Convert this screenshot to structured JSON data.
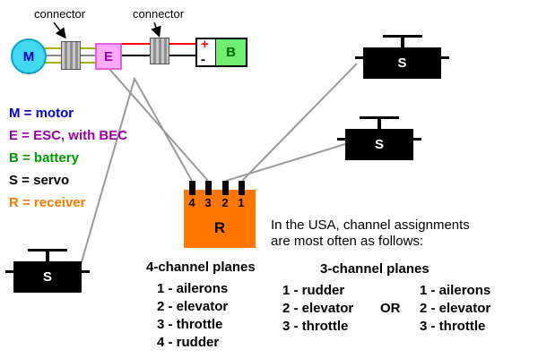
{
  "colors": {
    "motor_fill": "#3fd8f0",
    "esc_fill": "#ffaaff",
    "battery_fill": "#70ee70",
    "receiver_fill": "#ff7700",
    "servo_fill": "#000000"
  },
  "diagram": {
    "connector_label_1": "connector",
    "connector_label_2": "connector",
    "motor_label": "M",
    "esc_label": "E",
    "battery_label": "B",
    "battery_plus": "+",
    "battery_minus": "-",
    "receiver_label": "R",
    "pin_labels": [
      "4",
      "3",
      "2",
      "1"
    ],
    "servo_labels": [
      "S",
      "S",
      "S"
    ]
  },
  "legend": {
    "items": [
      {
        "text": "M = motor",
        "color": "#0000cc"
      },
      {
        "text": "E = ESC, with BEC",
        "color": "#9900aa"
      },
      {
        "text": "B = battery",
        "color": "#009900"
      },
      {
        "text": "S = servo",
        "color": "#000000"
      },
      {
        "text": "R = receiver",
        "color": "#ff7700"
      }
    ]
  },
  "note": {
    "line1": "In the USA, channel assignments",
    "line2": "are most often as follows:"
  },
  "four_channel": {
    "title": "4-channel planes",
    "items": [
      "1 - ailerons",
      "2 - elevator",
      "3 - throttle",
      "4 - rudder"
    ]
  },
  "three_channel": {
    "title": "3-channel planes",
    "left_items": [
      "1 - rudder",
      "2 - elevator",
      "3 - throttle"
    ],
    "or_label": "OR",
    "right_items": [
      "1 - ailerons",
      "2 - elevator",
      "3 - throttle"
    ]
  }
}
